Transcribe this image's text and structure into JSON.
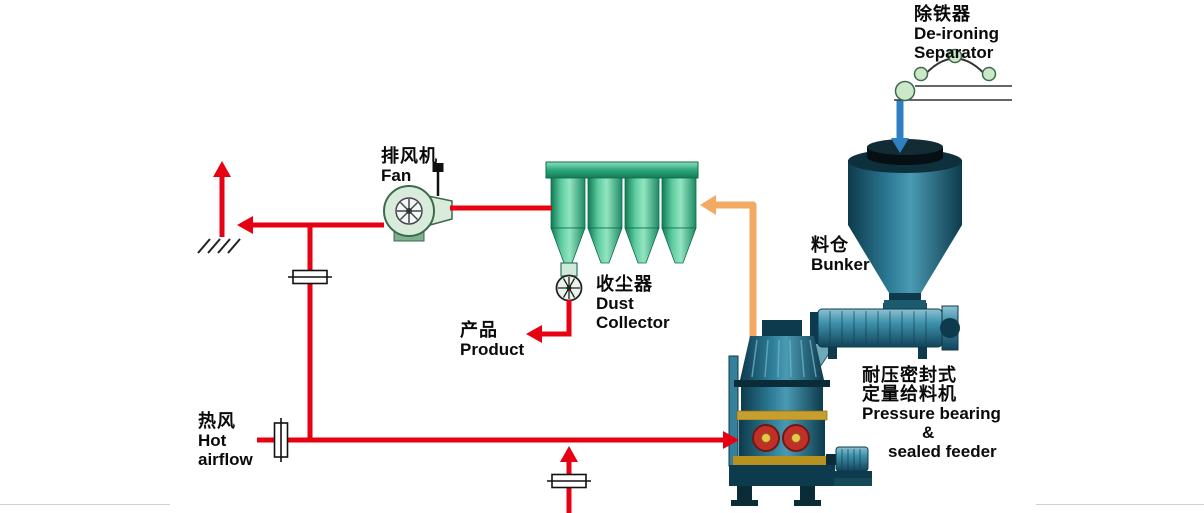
{
  "colors": {
    "pipe_red": "#e60012",
    "duct_orange": "#f3a963",
    "arrow_blue": "#2f80c3",
    "collector_green": "#2aa87d",
    "machine_teal": "#1c5a6e",
    "fan_body": "#d9ecdb",
    "roller_red": "#c03028",
    "frame_yellow": "#c79f2f"
  },
  "labels": {
    "de_ironing_separator": {
      "zh": "除铁器",
      "en_line1": "De-ironing",
      "en_line2": "Separator"
    },
    "bunker": {
      "zh": "料仓",
      "en": "Bunker"
    },
    "fan": {
      "zh": "排风机",
      "en": "Fan"
    },
    "dust_collector": {
      "zh": "收尘器",
      "en_line1": "Dust",
      "en_line2": "Collector"
    },
    "product": {
      "zh": "产品",
      "en": "Product"
    },
    "hot_airflow": {
      "zh": "热风",
      "en_line1": "Hot",
      "en_line2": "airflow"
    },
    "feeder": {
      "zh_line1": "耐压密封式",
      "zh_line2": "定量给料机",
      "en_line1": "Pressure bearing",
      "en_line2": "&",
      "en_line3": "sealed feeder"
    }
  }
}
